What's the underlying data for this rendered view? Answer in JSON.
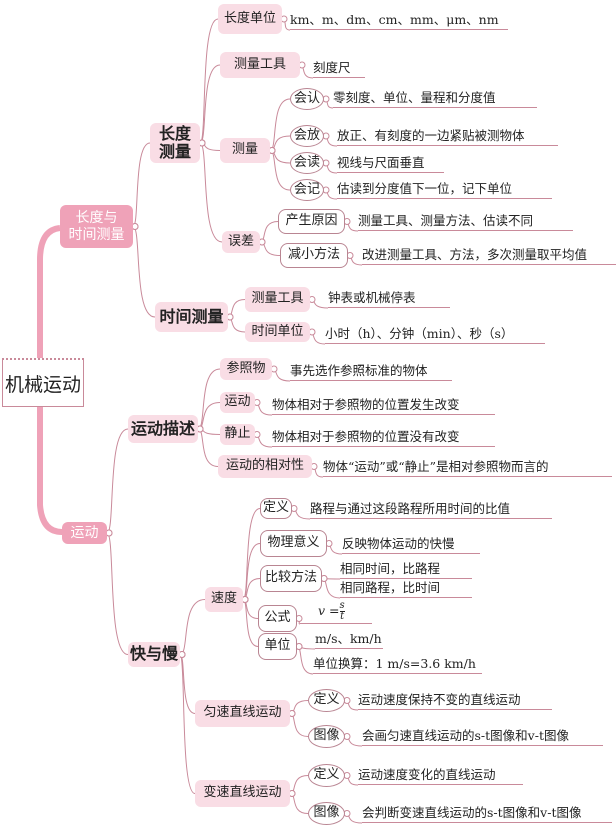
{
  "root": "机械运动",
  "colors": {
    "node_fill": "#f9dde5",
    "accent": "#efa2b8",
    "line": "#c98a9a"
  },
  "b1": {
    "label_line1": "长度与",
    "label_line2": "时间测量",
    "length": {
      "line1": "长度",
      "line2": "测量",
      "unit": {
        "label": "长度单位",
        "text": "km、m、dm、cm、mm、μm、nm"
      },
      "tool": {
        "label": "测量工具",
        "text": "刻度尺"
      },
      "measure": {
        "label": "测量",
        "items": [
          {
            "label": "会认",
            "text": "零刻度、单位、量程和分度值"
          },
          {
            "label": "会放",
            "text": "放正、有刻度的一边紧贴被测物体"
          },
          {
            "label": "会读",
            "text": "视线与尺面垂直"
          },
          {
            "label": "会记",
            "text": "估读到分度值下一位，记下单位"
          }
        ]
      },
      "error": {
        "label": "误差",
        "items": [
          {
            "label": "产生原因",
            "text": "测量工具、测量方法、估读不同"
          },
          {
            "label": "减小方法",
            "text": "改进测量工具、方法，多次测量取平均值"
          }
        ]
      }
    },
    "time": {
      "label": "时间测量",
      "tool": {
        "label": "测量工具",
        "text": "钟表或机械停表"
      },
      "unit": {
        "label": "时间单位",
        "text": "小时（h）、分钟（min）、秒（s）"
      }
    }
  },
  "b2": {
    "label": "运动",
    "desc": {
      "label": "运动描述",
      "items": [
        {
          "label": "参照物",
          "text": "事先选作参照标准的物体"
        },
        {
          "label": "运动",
          "text": "物体相对于参照物的位置发生改变"
        },
        {
          "label": "静止",
          "text": "物体相对于参照物的位置没有改变"
        },
        {
          "label": "运动的相对性",
          "text": "物体“运动”或“静止”是相对参照物而言的"
        }
      ]
    },
    "speed": {
      "label": "快与慢",
      "v": {
        "label": "速度",
        "def": {
          "label": "定义",
          "text": "路程与通过这段路程所用时间的比值"
        },
        "meaning": {
          "label": "物理意义",
          "text": "反映物体运动的快慢"
        },
        "compare": {
          "label": "比较方法",
          "text1": "相同时间，比路程",
          "text2": "相同路程，比时间"
        },
        "formula": {
          "label": "公式",
          "lhs": "v =",
          "num": "s",
          "den": "t"
        },
        "unit": {
          "label": "单位",
          "text1": "m/s、km/h",
          "text2": "单位换算：1 m/s=3.6 km/h"
        }
      },
      "uniform": {
        "label": "匀速直线运动",
        "def": {
          "label": "定义",
          "text": "运动速度保持不变的直线运动"
        },
        "graph": {
          "label": "图像",
          "text": "会画匀速直线运动的s-t图像和v-t图像"
        }
      },
      "variable": {
        "label": "变速直线运动",
        "def": {
          "label": "定义",
          "text": "运动速度变化的直线运动"
        },
        "graph": {
          "label": "图像",
          "text": "会判断变速直线运动的s-t图像和v-t图像"
        }
      }
    }
  }
}
